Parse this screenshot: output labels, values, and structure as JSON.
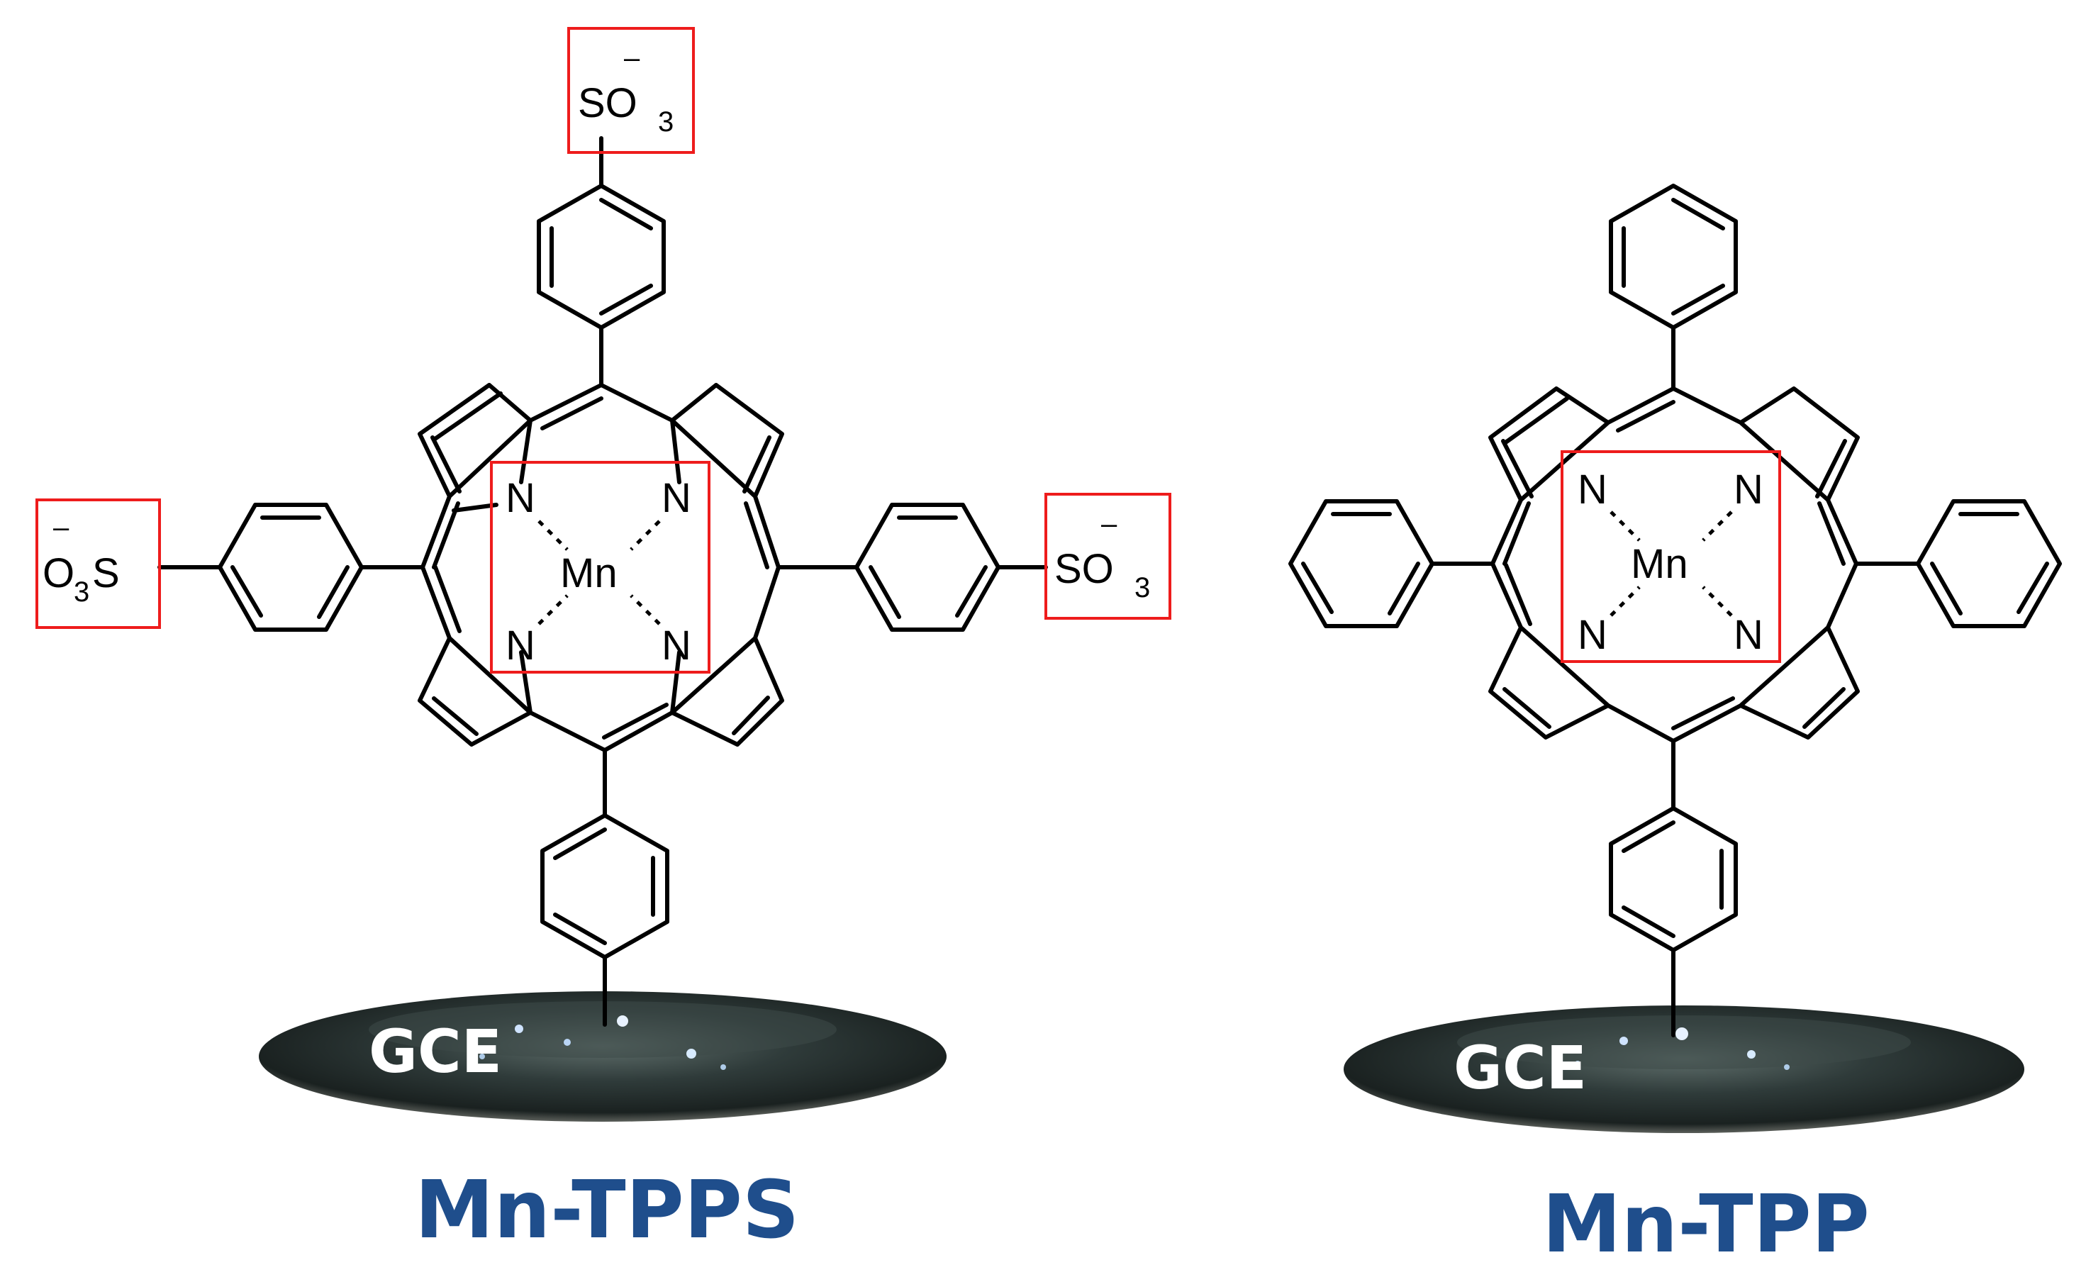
{
  "molecules": [
    {
      "id": "mn-tpps",
      "caption": "Mn-TPPS",
      "metal": "Mn",
      "nitrogen": "N",
      "electrode_label": "GCE",
      "sulfonate": {
        "main": "SO",
        "subscript": "3",
        "charge": "–"
      },
      "sulfonate_left": {
        "main": "O",
        "subscript": "3",
        "tail": "S",
        "charge": "–"
      }
    },
    {
      "id": "mn-tpp",
      "caption": "Mn-TPP",
      "metal": "Mn",
      "nitrogen": "N",
      "electrode_label": "GCE"
    }
  ],
  "colors": {
    "caption": "#1f4e8c",
    "highlight_box": "#ee1c1c",
    "electrode": "#2a3433",
    "bonds": "#000000"
  }
}
